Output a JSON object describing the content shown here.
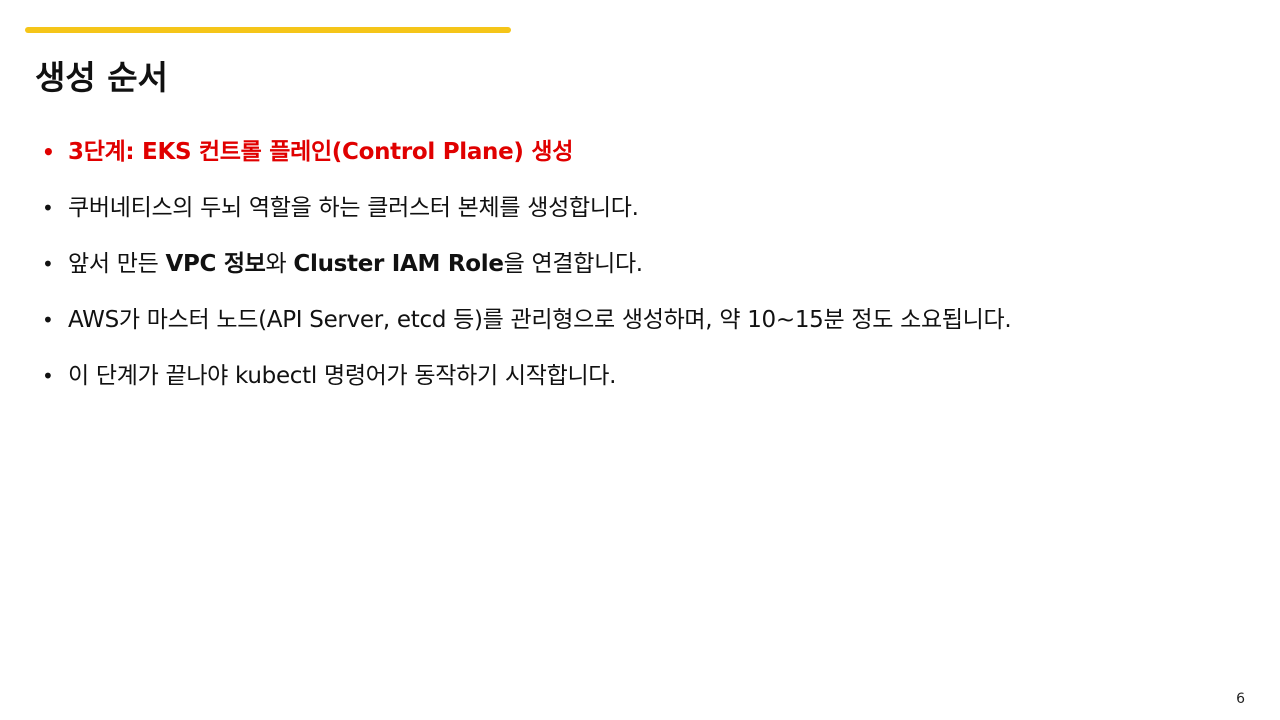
{
  "slide": {
    "title": "생성 순서",
    "accent_color": "#F5C518",
    "highlight_color": "#E00000",
    "bullet_marker": "•",
    "page_number": "6"
  },
  "bullets": [
    {
      "text": "3단계: EKS 컨트롤 플레인(Control Plane) 생성"
    },
    {
      "text": "쿠버네티스의 두뇌 역할을 하는 클러스터 본체를 생성합니다."
    },
    {
      "part1": "앞서 만든 ",
      "bold1": "VPC 정보",
      "part2": "와 ",
      "bold2": "Cluster IAM Role",
      "part3": "을 연결합니다."
    },
    {
      "text": "AWS가 마스터 노드(API Server, etcd 등)를 관리형으로 생성하며, 약 10~15분 정도 소요됩니다."
    },
    {
      "text": "이 단계가 끝나야 kubectl 명령어가 동작하기 시작합니다."
    }
  ]
}
